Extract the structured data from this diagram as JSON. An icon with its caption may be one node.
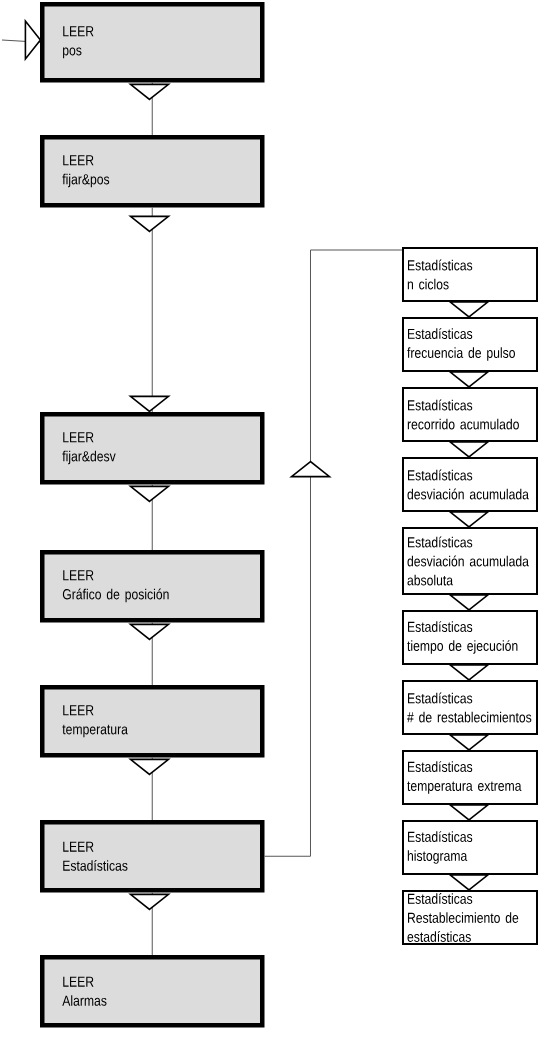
{
  "diagram": {
    "nodes": [
      {
        "text": [
          "LEER",
          "pos"
        ]
      },
      {
        "text": [
          "LEER",
          "fijar&pos"
        ]
      },
      {
        "text": [
          "LEER",
          "fijar&desv"
        ]
      },
      {
        "text": [
          "LEER",
          "Gráfico de posición"
        ]
      },
      {
        "text": [
          "LEER",
          "temperatura"
        ]
      },
      {
        "text": [
          "LEER",
          "Estadísticas"
        ]
      },
      {
        "text": [
          "LEER",
          "Alarmas"
        ]
      },
      {
        "text": [
          "Estadísticas",
          "n ciclos"
        ]
      },
      {
        "text": [
          "Estadísticas",
          "frecuencia de pulso"
        ]
      },
      {
        "text": [
          "Estadísticas",
          "recorrido acumulado"
        ]
      },
      {
        "text": [
          "Estadísticas",
          "desviación acumulada"
        ]
      },
      {
        "text": [
          "Estadísticas",
          "desviación acumulada absoluta"
        ]
      },
      {
        "text": [
          "Estadísticas",
          "tiempo de ejecución"
        ]
      },
      {
        "text": [
          "Estadísticas",
          "# de restablecimientos"
        ]
      },
      {
        "text": [
          "Estadísticas",
          "temperatura extrema"
        ]
      },
      {
        "text": [
          "Estadísticas",
          "histograma"
        ]
      },
      {
        "text": [
          "Estadísticas",
          "Restablecimiento de estadísticas"
        ]
      }
    ],
    "edges": [
      {
        "from": null,
        "to": 0,
        "arrow": "to"
      },
      {
        "from": 0,
        "to": 1,
        "arrow": "to"
      },
      {
        "from": 1,
        "to": 2,
        "arrow": "to"
      },
      {
        "from": 2,
        "to": 3,
        "arrow": "to"
      },
      {
        "from": 3,
        "to": 4,
        "arrow": "to"
      },
      {
        "from": 4,
        "to": 5,
        "arrow": "to"
      },
      {
        "from": 5,
        "to": 6,
        "arrow": "to"
      },
      {
        "from": 5,
        "to": 7,
        "arrow": "to"
      },
      {
        "from": 7,
        "to": 8,
        "arrow": "to"
      },
      {
        "from": 8,
        "to": 9,
        "arrow": "to"
      },
      {
        "from": 9,
        "to": 10,
        "arrow": "to"
      },
      {
        "from": 10,
        "to": 11,
        "arrow": "to"
      },
      {
        "from": 11,
        "to": 12,
        "arrow": "to"
      },
      {
        "from": 12,
        "to": 13,
        "arrow": "to"
      },
      {
        "from": 13,
        "to": 14,
        "arrow": "to"
      },
      {
        "from": 14,
        "to": 15,
        "arrow": "to"
      },
      {
        "from": 15,
        "to": 16,
        "arrow": "to"
      }
    ]
  }
}
